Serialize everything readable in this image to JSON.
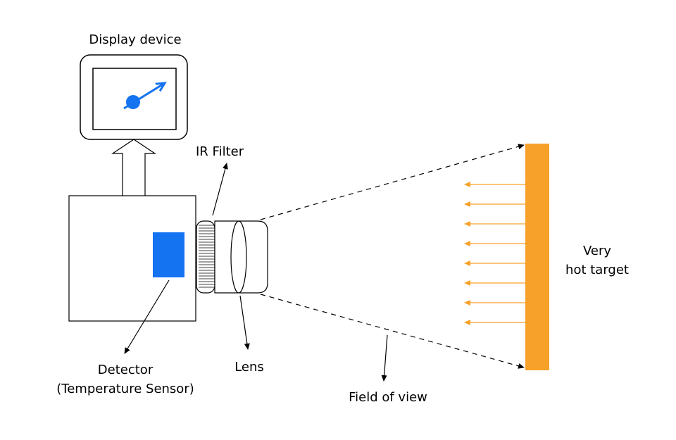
{
  "labels": {
    "display_device": "Display device",
    "ir_filter": "IR Filter",
    "detector_line1": "Detector",
    "detector_line2": "(Temperature Sensor)",
    "lens": "Lens",
    "field_of_view": "Field of view",
    "target_line1": "Very",
    "target_line2": "hot target"
  },
  "colors": {
    "detector": "#1473f0",
    "target": "#f7a12b",
    "outline": "#000000",
    "needle": "#1473f0"
  },
  "radiation_arrows": 8
}
